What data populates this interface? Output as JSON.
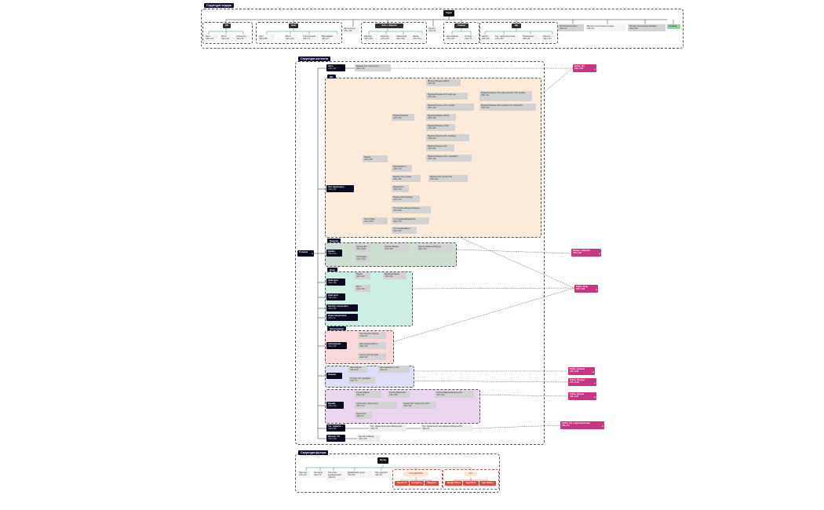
{
  "sections": {
    "header": "Структура хедера",
    "content": "Структура контента",
    "footer": "Структура футера"
  },
  "header": {
    "root": "Хедер",
    "groups": [
      {
        "title": "Ш1",
        "items": [
          {
            "label": "Авто",
            "sub": "URLs:347"
          },
          {
            "label": "Мото",
            "sub": "URLs:347"
          },
          {
            "label": "Спецтехника",
            "sub": "URLs:58"
          }
        ]
      },
      {
        "title": "Нові",
        "items": [
          {
            "label": "Авто",
            "sub": "URLs:388"
          },
          {
            "label": "Мото",
            "sub": "URLs:344"
          },
          {
            "label": "Спецтехника",
            "sub": "URLs:73"
          },
          {
            "label": "Вантажівки",
            "sub": "URLs:87"
          }
        ]
      },
      {
        "title": "Авто з Європи",
        "items": [
          {
            "label": "Європа",
            "sub": "URLs:408"
          },
          {
            "label": "Польща",
            "sub": "URLs:234"
          },
          {
            "label": "Німеччина",
            "sub": "URLs:254"
          },
          {
            "label": "Литва",
            "sub": "URLs:234"
          }
        ]
      },
      {
        "title": "Новини",
        "items": [
          {
            "label": "Автоновини",
            "sub": "URLs:227"
          },
          {
            "label": "Огляди",
            "sub": "URLs:73"
          }
        ]
      },
      {
        "title": "Ще",
        "items": [
          {
            "label": "Шорти",
            "sub": "URLs:98"
          },
          {
            "label": "Тех. характеристики",
            "sub": "URLs:343"
          },
          {
            "label": "Порівняння",
            "sub": "URLs:89"
          },
          {
            "label": "Каталог ТО",
            "sub": "URLs:376"
          }
        ]
      }
    ],
    "standalone": [
      {
        "label": "Автосалони",
        "sub": "URLs:183"
      },
      {
        "label": "Кредит",
        "sub": "URLs:68"
      }
    ],
    "right": [
      {
        "label": "Розмитнення авто",
        "sub": "URLs:31"
      },
      {
        "label": "Вигідні оголошення за день",
        "sub": "URLs:21"
      },
      {
        "label": "Вигідні оголошення вживані",
        "sub": "URLs:329"
      }
    ],
    "green": "Головна"
  },
  "content": {
    "main": {
      "label": "Головна",
      "tag": "%"
    },
    "top_node": {
      "label": "Авто",
      "sub": "URLs:347"
    },
    "top_child": {
      "label": "Марка+Тип транспорту",
      "sub": "URLs:796"
    },
    "orange": {
      "title": "Ш1",
      "root": {
        "label": "Тип транспорту",
        "sub": "URLs:347"
      },
      "l1a": {
        "label": "Марка",
        "sub": "URLs:483"
      },
      "l1b": {
        "label": "Тип кузова",
        "sub": "URLs:1404"
      },
      "l2": [
        {
          "label": "Марка+Модель",
          "sub": "URLs:402"
        },
        {
          "label": "Марка+Місто",
          "sub": "URLs:784"
        },
        {
          "label": "Марка+Тип кузова",
          "sub": "URLs:466"
        },
        {
          "label": "Марка+Рік",
          "sub": "URLs:733"
        },
        {
          "label": "Марка+Тип приводу",
          "sub": "URLs:176"
        }
      ],
      "l2b": [
        {
          "label": "Тип кузова+Марка+Модель",
          "sub": "URLs:808"
        },
        {
          "label": "Тип кузова+Марка+Рік",
          "sub": "URLs:798"
        },
        {
          "label": "Тип кузова+Місто",
          "sub": "URLs:229"
        }
      ],
      "l3": [
        {
          "label": "Марка+Модель+Місто",
          "sub": "URLs:96"
        },
        {
          "label": "Марка+Модель+Тип двигуна",
          "sub": "URLs:211"
        },
        {
          "label": "Марка+Модель+Тип кузова",
          "sub": "URLs:210"
        },
        {
          "label": "Марка+Модель+Колір",
          "sub": "URLs:209"
        },
        {
          "label": "Марка+Модель+Стан",
          "sub": "URLs:206"
        },
        {
          "label": "Марка+Модель+Тип приводу",
          "sub": "URLs:209"
        },
        {
          "label": "Марка+Модель+Рік",
          "sub": "URLs:391"
        },
        {
          "label": "Марка+Модель+Тип трансмісії",
          "sub": "URLs:394"
        }
      ],
      "l3b": {
        "label": "Марка+Тип кузова+Рік",
        "sub": "URLs:339"
      },
      "l4": [
        {
          "label": "Марка+Модель+Тип двигуна+Рік+Тип кузова",
          "sub": "URLs:211"
        },
        {
          "label": "Марка+Модель+Тип кузова+Тип трансмісії",
          "sub": "URLs:210"
        }
      ]
    },
    "europe": {
      "title": "Європа",
      "root": {
        "label": "Країна",
        "sub": "URLs:604"
      },
      "items": [
        {
          "label": "Країна+Місто",
          "sub": "URLs:2298"
        },
        {
          "label": "Рік+Марка",
          "sub": "URLs:1341"
        }
      ],
      "sub1": {
        "label": "Країна+Марка",
        "sub": "URLs:399"
      },
      "sub2": {
        "label": "Країна+Марка+Модель",
        "sub": "URLs:432"
      }
    },
    "new": {
      "title": "Нові",
      "roots": [
        {
          "label": "Нові авто",
          "sub": "URLs:388"
        },
        {
          "label": "Нові мото",
          "sub": "URLs:344"
        },
        {
          "label": "Каталог нових авто",
          "sub": "URLs:347"
        },
        {
          "label": "Нова спецтехніка",
          "sub": "URLs:74"
        }
      ],
      "items": [
        {
          "label": "Марка",
          "sub": "URLs:402"
        },
        {
          "label": "Місто",
          "sub": "URLs:289"
        }
      ],
      "sub": {
        "label": "Марка+Модель",
        "sub": "URLs:289"
      }
    },
    "dealers": {
      "title": "Автосалони",
      "root": {
        "label": "Автосалони",
        "sub": "URLs:183"
      },
      "items": [
        {
          "label": "Автосалони+Марка",
          "sub": "URLs:347"
        },
        {
          "label": "Автосалони+Місто",
          "sub": "URLs:256"
        },
        {
          "label": "Пошук автосалонів",
          "sub": "URLs:442"
        }
      ]
    },
    "news": {
      "root": {
        "label": "Новини",
        "sub": ""
      },
      "items": [
        {
          "label": "Автоновини",
          "sub": "URLs:227"
        },
        {
          "label": "Огляди тест-драйвів",
          "sub": "URLs:73"
        }
      ],
      "sub": {
        "label": "Автоновини по темі",
        "sub": "URLs:43"
      }
    },
    "bodies": {
      "root": {
        "label": "Кузова",
        "sub": "URLs:449"
      },
      "items": [
        {
          "label": "Кузов+Марка",
          "sub": "URLs:439"
        },
        {
          "label": "Кузов+Тип транспорту",
          "sub": "URLs:379"
        },
        {
          "label": "Кузов+Рік",
          "sub": "URLs:43"
        }
      ],
      "sub1": {
        "label": "Кузов+Марка+Модель",
        "sub": "URLs:566"
      },
      "sub2": {
        "label": "Кузов+Марка+Модель+Рік",
        "sub": "URLs:431"
      },
      "sub3": {
        "label": "Кузов+Тип транспорту+Рік",
        "sub": "URLs:363"
      }
    },
    "tech": {
      "root": {
        "label": "Тех. характеристики",
        "sub": "URLs:343"
      },
      "sub": {
        "label": "Тех. характеристики+Марка+Модель",
        "sub": "URLs:76"
      },
      "sub2": {
        "label": "Тех. характеристики+Марка+Модель+Рік",
        "sub": "URLs:57"
      }
    },
    "catalog": {
      "root": {
        "label": "Каталог ТО",
        "sub": "URLs:358"
      },
      "sub": {
        "label": "Каталог+Марка",
        "sub": "URLs:376"
      }
    },
    "pink": [
      {
        "label": "Хлібн. б/у",
        "sub": "URLs:235"
      },
      {
        "label": "Пошук з Європи",
        "sub": "URLs:480"
      },
      {
        "label": "Хлібн. Нові",
        "sub": "URLs:388"
      },
      {
        "label": "Хлібн. Новини",
        "sub": "URLs:229"
      },
      {
        "label": "Хлібн. Огляди",
        "sub": "URLs:1297"
      },
      {
        "label": "Хлібн. Кузова",
        "sub": "URLs:406"
      },
      {
        "label": "Хлібн. Тех. характеристики",
        "sub": "URLs:87"
      }
    ]
  },
  "footer": {
    "root": "Футер",
    "items": [
      {
        "label": "Про нас",
        "sub": "URLs:89"
      },
      {
        "label": "Контакти",
        "sub": "URLs:76"
      },
      {
        "label": "Політика конфіденційності",
        "sub": "URLs:61"
      },
      {
        "label": "Довідковий центр",
        "sub": "URLs:56"
      },
      {
        "label": "Про додаток",
        "sub": "URLs:81"
      }
    ],
    "social": {
      "title": "СОЦ МЕРЕЖІ",
      "items": [
        "Facebook",
        "Instagram",
        "Telegram"
      ]
    },
    "apps": {
      "title": "Апп",
      "items": [
        "Google Store",
        "App Store",
        "App Gallery"
      ]
    }
  }
}
